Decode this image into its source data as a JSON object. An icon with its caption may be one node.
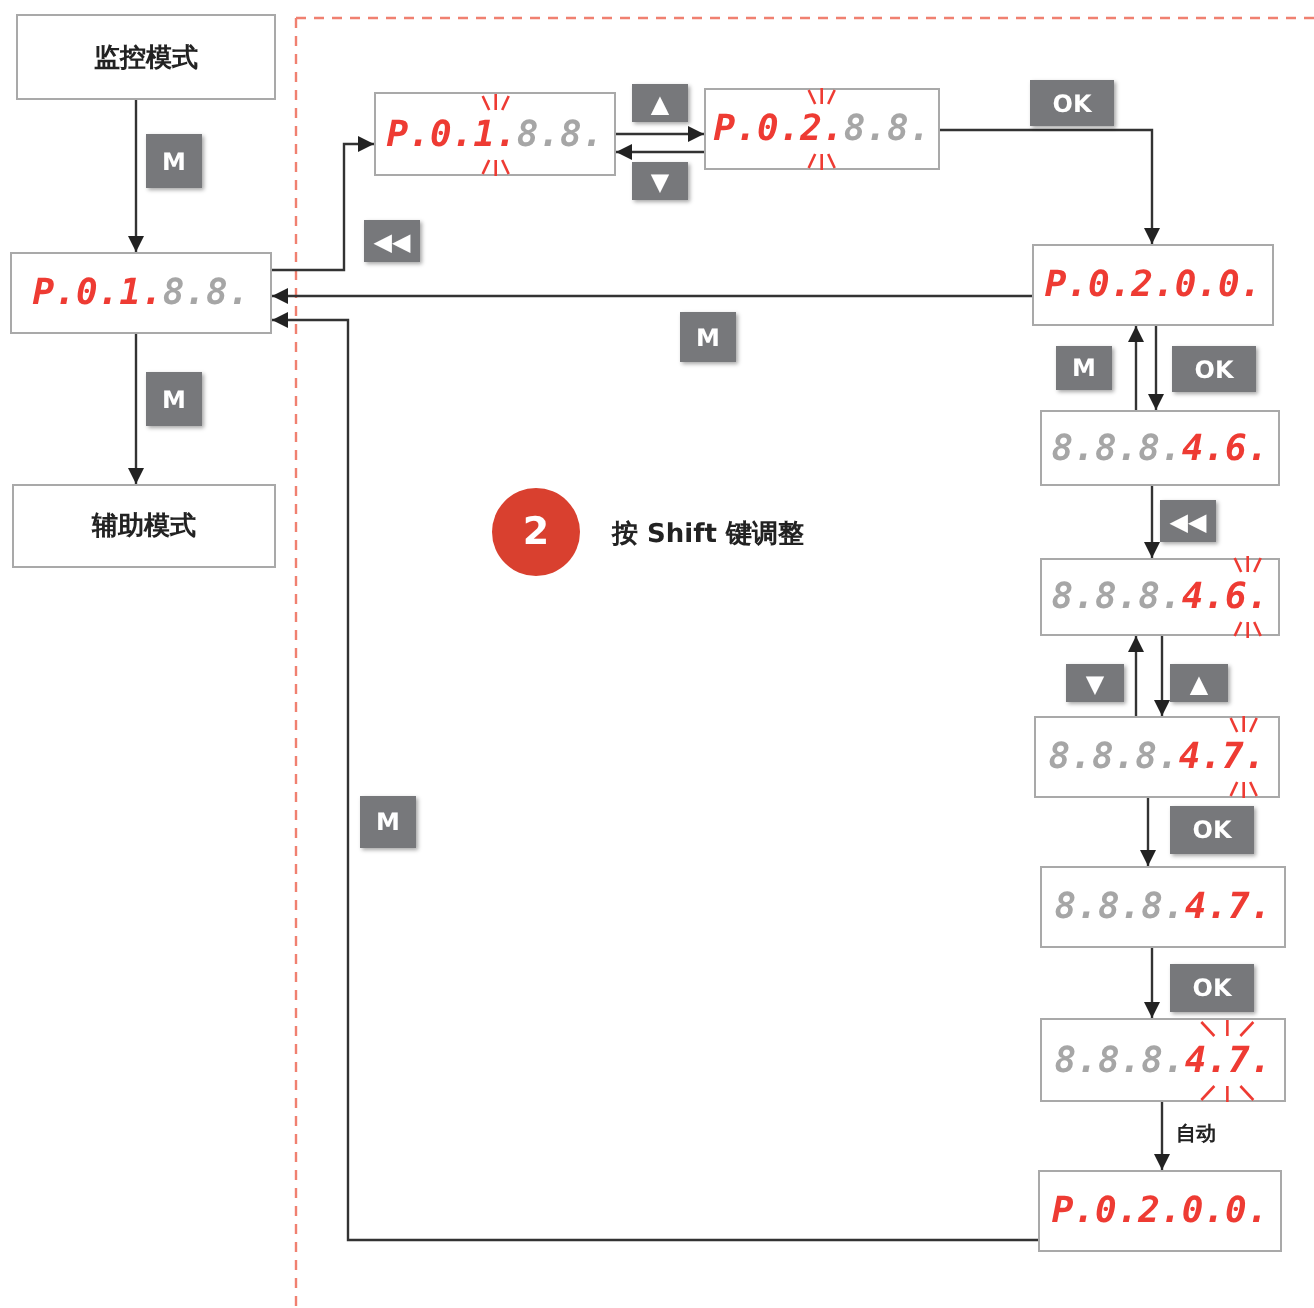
{
  "diagram": {
    "nodes": [
      {
        "text": [
          "监控模式"
        ]
      },
      {
        "text": [
          "P.0.1.",
          "8.8."
        ]
      },
      {
        "text": [
          "辅助模式"
        ]
      },
      {
        "text": [
          "P.0.",
          "1.",
          "8.8."
        ]
      },
      {
        "text": [
          "P.0.",
          "2.",
          "8.8."
        ]
      },
      {
        "text": [
          "P.0.2.0.0."
        ]
      },
      {
        "text": [
          "8.8.8.",
          "4.6."
        ]
      },
      {
        "text": [
          "8.8.8.",
          "4.",
          "6."
        ]
      },
      {
        "text": [
          "8.8.8.",
          "4.",
          "7."
        ]
      },
      {
        "text": [
          "8.8.8.",
          "4.7."
        ]
      },
      {
        "text": [
          "8.8.8.",
          "4.7."
        ]
      },
      {
        "text": [
          "P.0.2.0.0."
        ]
      },
      {
        "text": [
          "2"
        ],
        "beside": [
          "按 Shift 键调整"
        ]
      }
    ],
    "edges": [
      {
        "from": 0,
        "to": 1,
        "arrow": "to",
        "label": "M"
      },
      {
        "from": 1,
        "to": 2,
        "arrow": "to",
        "label": "M"
      },
      {
        "from": 1,
        "to": 3,
        "arrow": "to",
        "label": "◀◀"
      },
      {
        "from": 3,
        "to": 4,
        "arrow": "to",
        "label": "▲"
      },
      {
        "from": 4,
        "to": 3,
        "arrow": "to",
        "label": "▼"
      },
      {
        "from": 4,
        "to": 5,
        "arrow": "to",
        "label": "OK"
      },
      {
        "from": 5,
        "to": 1,
        "arrow": "to",
        "label": "M"
      },
      {
        "from": 5,
        "to": 6,
        "arrow": "to",
        "label": "OK"
      },
      {
        "from": 6,
        "to": 5,
        "arrow": "to",
        "label": "M"
      },
      {
        "from": 6,
        "to": 7,
        "arrow": "to",
        "label": "◀◀"
      },
      {
        "from": 7,
        "to": 8,
        "arrow": "to",
        "label": "▲"
      },
      {
        "from": 8,
        "to": 7,
        "arrow": "to",
        "label": "▼"
      },
      {
        "from": 8,
        "to": 9,
        "arrow": "to",
        "label": "OK"
      },
      {
        "from": 9,
        "to": 10,
        "arrow": "to",
        "label": "OK"
      },
      {
        "from": 10,
        "to": 11,
        "arrow": "to",
        "label": "自动"
      },
      {
        "from": 11,
        "to": 1,
        "arrow": "to",
        "label": "M"
      }
    ]
  }
}
